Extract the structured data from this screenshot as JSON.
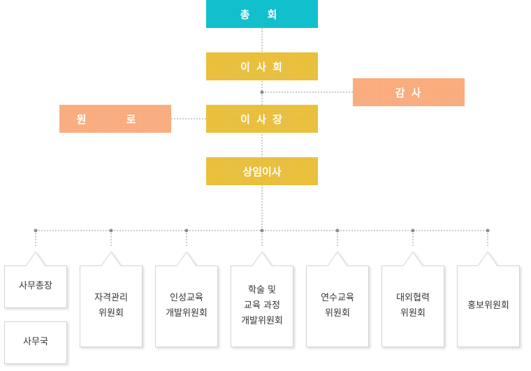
{
  "top": {
    "general_meeting": "총 회",
    "board": "이 사 회",
    "auditor": "감 사",
    "chairman": "이 사 장",
    "elders": "원 로",
    "standing_director": "상임이사"
  },
  "departments": [
    "사무총장",
    "자격관리\n위원회",
    "인성교육\n개발위원회",
    "학술 및\n교육 과정\n개발위원회",
    "연수교육\n위원회",
    "대외협력\n위원회",
    "홍보위원회"
  ],
  "office": "사무국",
  "colors": {
    "teal": "#12bfcd",
    "yellow": "#e8bd36",
    "orange": "#f9a979",
    "connector": "#999999"
  }
}
